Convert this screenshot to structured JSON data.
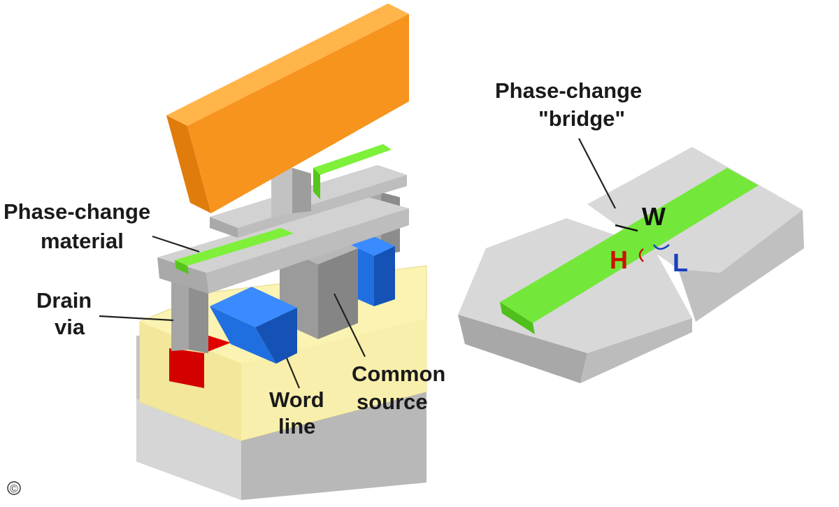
{
  "labels": {
    "phase_change_material": [
      "Phase-change",
      "material"
    ],
    "drain_via": [
      "Drain",
      "via"
    ],
    "word_line": [
      "Word",
      "line"
    ],
    "common_source": [
      "Common",
      "source"
    ],
    "bridge": [
      "Phase-change",
      "\"bridge\""
    ]
  },
  "dimensions": {
    "w": "W",
    "h": "H",
    "l": "L"
  },
  "copyright": "©",
  "colors": {
    "orange": "#f7941d",
    "green": "#66dd22",
    "blue": "#1f6fe0",
    "yellow": "#fbf3b2",
    "gray": "#c8c8c8",
    "red": "#d40000",
    "dim_w": "#111111",
    "dim_h": "#cc1100",
    "dim_l": "#1a3fbf"
  }
}
